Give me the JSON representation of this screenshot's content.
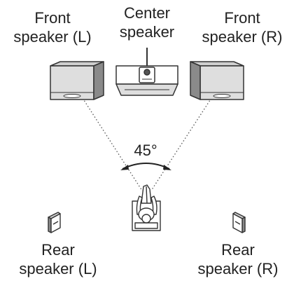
{
  "labels": {
    "front_left": [
      "Front",
      "speaker (L)"
    ],
    "center": [
      "Center",
      "speaker"
    ],
    "front_right": [
      "Front",
      "speaker (R)"
    ],
    "rear_left": [
      "Rear",
      "speaker (L)"
    ],
    "rear_right": [
      "Rear",
      "speaker (R)"
    ],
    "angle": "45°"
  },
  "colors": {
    "speaker_front": "#dedede",
    "speaker_top": "#cfcfcf",
    "speaker_side": "#8a8a8a",
    "outline": "#333333",
    "text": "#222222"
  }
}
